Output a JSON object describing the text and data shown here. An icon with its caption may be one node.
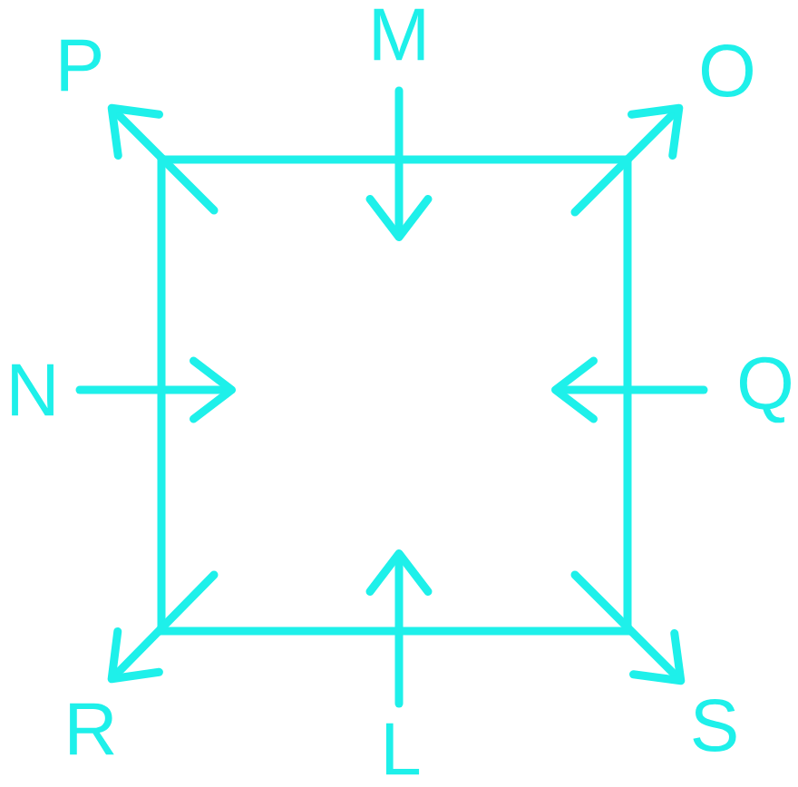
{
  "diagram": {
    "nodes": [
      {
        "text": [
          "P"
        ]
      },
      {
        "text": [
          "M"
        ]
      },
      {
        "text": [
          "O"
        ]
      },
      {
        "text": [],
        "shape": "box"
      },
      {
        "text": [
          "N"
        ]
      },
      {
        "text": [
          "Q"
        ]
      },
      {
        "text": [
          "R"
        ]
      },
      {
        "text": [
          "L"
        ]
      },
      {
        "text": [
          "S"
        ]
      }
    ],
    "edges": [
      {
        "from": 3,
        "to": 0,
        "arrow": "to"
      },
      {
        "from": 1,
        "to": 3,
        "arrow": "to"
      },
      {
        "from": 3,
        "to": 2,
        "arrow": "to"
      },
      {
        "from": 4,
        "to": 3,
        "arrow": "to"
      },
      {
        "from": 5,
        "to": 3,
        "arrow": "to"
      },
      {
        "from": 3,
        "to": 6,
        "arrow": "to"
      },
      {
        "from": 7,
        "to": 3,
        "arrow": "to"
      },
      {
        "from": 3,
        "to": 8,
        "arrow": "to"
      }
    ]
  }
}
